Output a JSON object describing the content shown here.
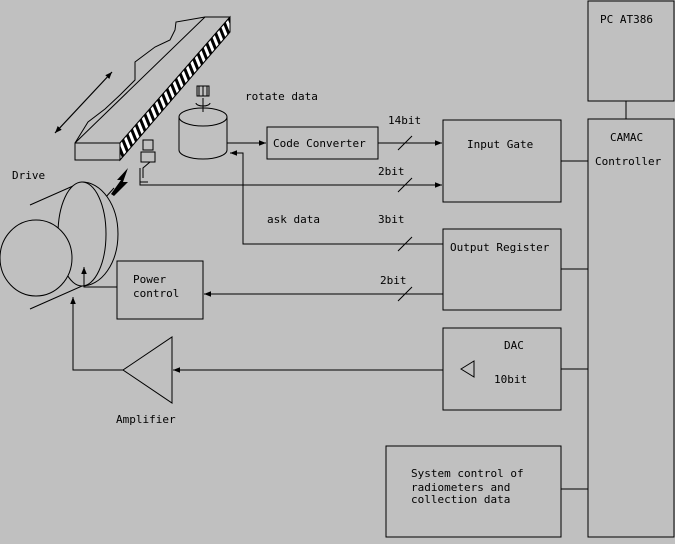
{
  "background_color": "#c0c0c0",
  "line_color": "#000000",
  "labels": {
    "drive": "Drive",
    "rotate_data": "rotate data",
    "ask_data": "ask data",
    "amplifier": "Amplifier"
  },
  "boxes": {
    "pc": "PC AT386",
    "camac_line1": "CAMAC",
    "camac_line2": "Controller",
    "code_converter": "Code Converter",
    "input_gate": "Input Gate",
    "output_register": "Output Register",
    "power_control_line1": "Power",
    "power_control_line2": "control",
    "dac": "DAC",
    "dac_bits": "10bit",
    "system_control_line1": "System control of",
    "system_control_line2": "radiometers and",
    "system_control_line3": "collection data"
  },
  "bus_labels": {
    "bits_14": "14bit",
    "bits_2_input": "2bit",
    "bits_3": "3bit",
    "bits_2_power": "2bit"
  }
}
